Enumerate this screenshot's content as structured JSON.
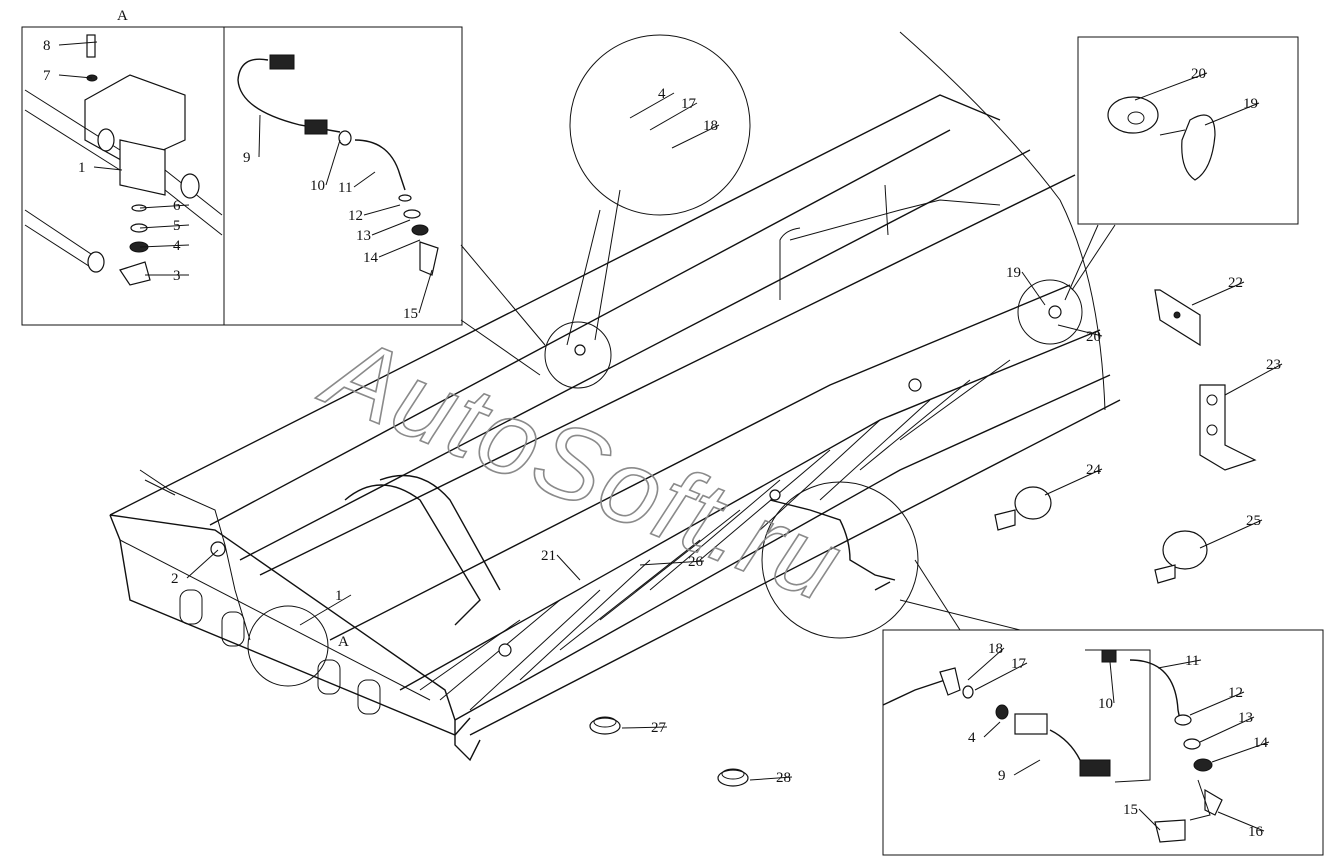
{
  "watermark": "AutoSoft.ru",
  "detail_label": "A",
  "detail_ref": "A",
  "callouts": {
    "inset_a": [
      "8",
      "7",
      "1",
      "6",
      "5",
      "4",
      "3"
    ],
    "inset_hose": [
      "9",
      "10",
      "11",
      "12",
      "13",
      "14",
      "15"
    ],
    "circle_top": [
      "4",
      "17",
      "18"
    ],
    "inset_clamp": [
      "20",
      "19"
    ],
    "main": [
      "2",
      "1",
      "21",
      "26",
      "19",
      "20"
    ],
    "parts": [
      "22",
      "23",
      "24",
      "25",
      "27",
      "28"
    ],
    "inset_bottom": [
      "18",
      "17",
      "4",
      "9",
      "10",
      "11",
      "12",
      "13",
      "14",
      "15",
      "16"
    ]
  }
}
